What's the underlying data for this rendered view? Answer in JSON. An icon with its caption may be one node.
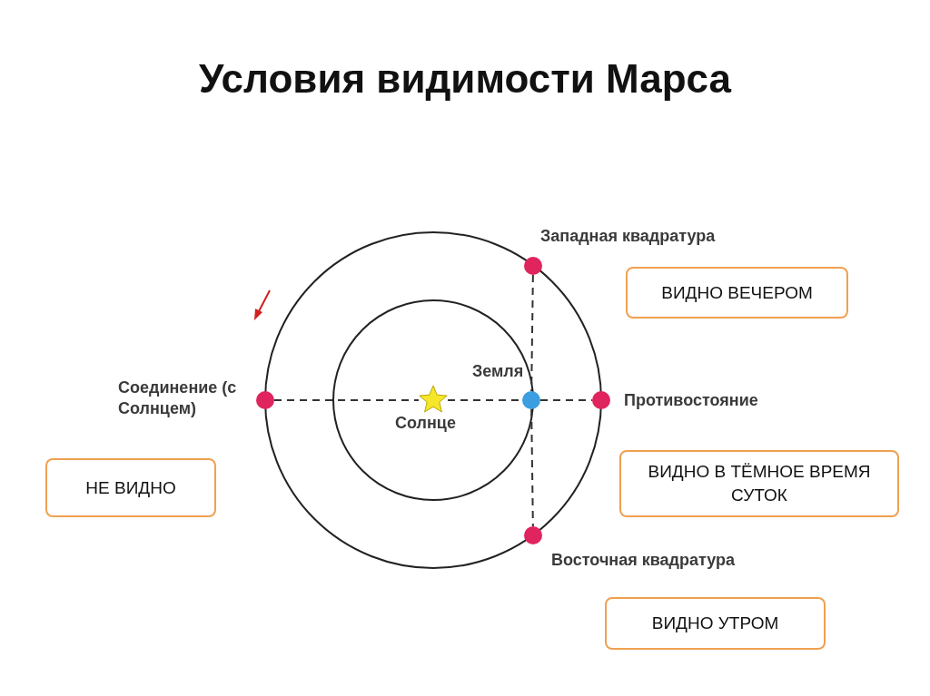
{
  "diagram": {
    "title": "Условия видимости Марса",
    "nodes": [
      {
        "text": [],
        "shape": "circle",
        "beside": [
          "Соединение (с Солнцем)"
        ]
      },
      {
        "text": [],
        "shape": "star",
        "beside": [
          "Солнце"
        ]
      },
      {
        "text": [],
        "shape": "circle",
        "beside": [
          "Земля"
        ]
      },
      {
        "text": [],
        "shape": "circle",
        "beside": [
          "Противостояние"
        ]
      },
      {
        "text": [],
        "shape": "circle",
        "beside": [
          "Западная квадратура"
        ]
      },
      {
        "text": [],
        "shape": "circle",
        "beside": [
          "Восточная квадратура"
        ]
      },
      {
        "text": [
          "ВИДНО ВЕЧЕРОМ"
        ]
      },
      {
        "text": [
          "НЕ ВИДНО"
        ]
      },
      {
        "text": [
          "ВИДНО В ТЁМНОЕ ВРЕМЯ СУТОК"
        ]
      },
      {
        "text": [
          "ВИДНО УТРОМ"
        ]
      }
    ],
    "edges": [
      {
        "from": 0,
        "to": 1,
        "arrow": "none"
      },
      {
        "from": 1,
        "to": 2,
        "arrow": "none"
      },
      {
        "from": 2,
        "to": 3,
        "arrow": "none"
      },
      {
        "from": 4,
        "to": 2,
        "arrow": "none"
      },
      {
        "from": 2,
        "to": 5,
        "arrow": "none"
      }
    ]
  }
}
